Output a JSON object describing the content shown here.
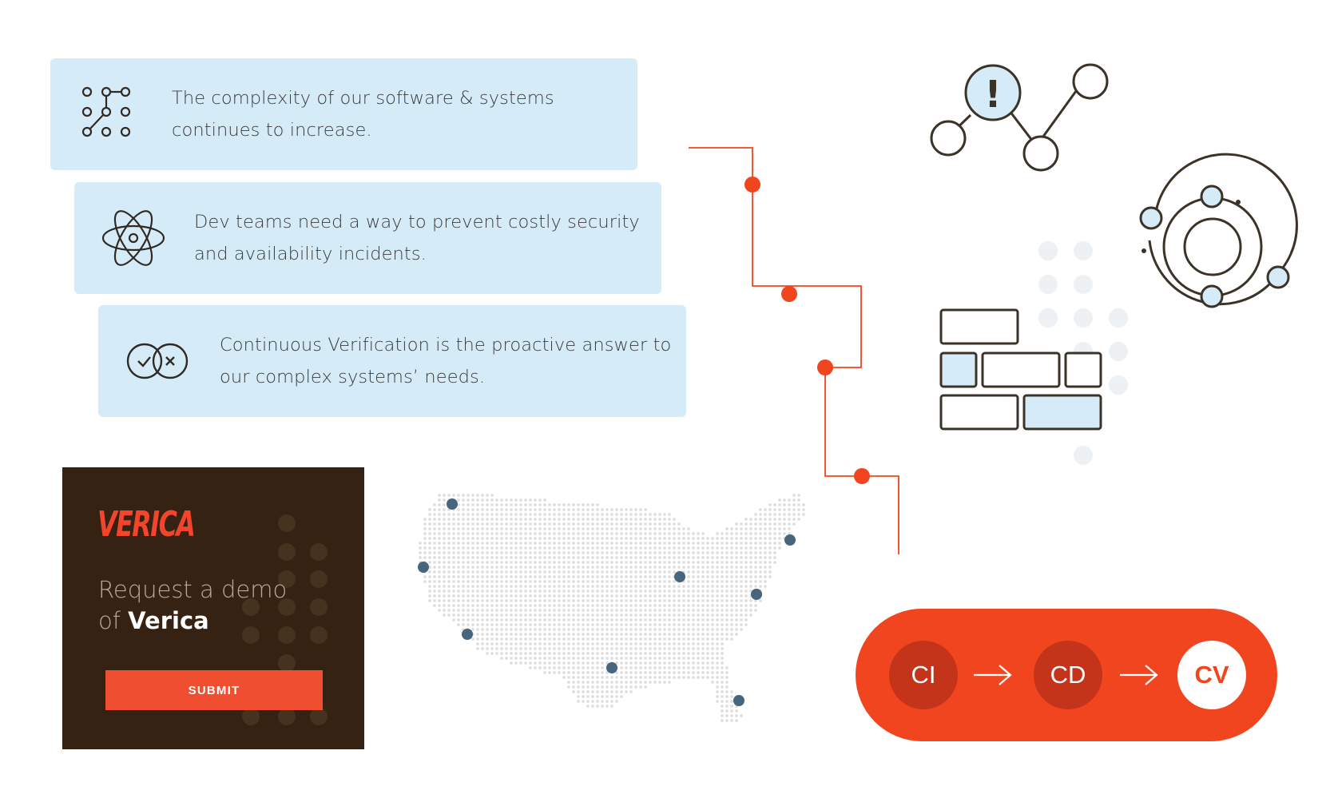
{
  "cards": [
    {
      "line1": "The complexity of our software & systems",
      "line2": "continues to increase.",
      "icon": "network-nodes-icon"
    },
    {
      "line1": "Dev teams need a way to prevent costly security",
      "line2": "and availability incidents.",
      "icon": "atom-icon"
    },
    {
      "line1": "Continuous Verification is the proactive answer to",
      "line2": "our complex systems’ needs.",
      "icon": "check-x-circles-icon"
    }
  ],
  "demo": {
    "logo": "VERICA",
    "headline_line1": "Request a demo",
    "headline_prefix": "of ",
    "headline_brand": "Verica",
    "submit_label": "SUBMIT"
  },
  "pipeline": {
    "stages": [
      "CI",
      "CD",
      "CV"
    ],
    "arrow_icon": "right-arrow-icon"
  },
  "illustrations": {
    "alert_graph": {
      "icon": "alert-network-icon",
      "alert_glyph": "!"
    },
    "orbit": {
      "icon": "orbit-icon"
    },
    "blocks": {
      "icon": "brick-blocks-icon"
    },
    "map": {
      "icon": "us-dotted-map-icon"
    },
    "connector": {
      "icon": "timeline-connector-icon"
    }
  },
  "colors": {
    "card_bg": "#d6ebf8",
    "accent": "#f0451e",
    "demo_bg": "#352213",
    "icon_stroke": "#3b3328",
    "map_pin": "#47657c",
    "map_dot": "#dedede"
  }
}
